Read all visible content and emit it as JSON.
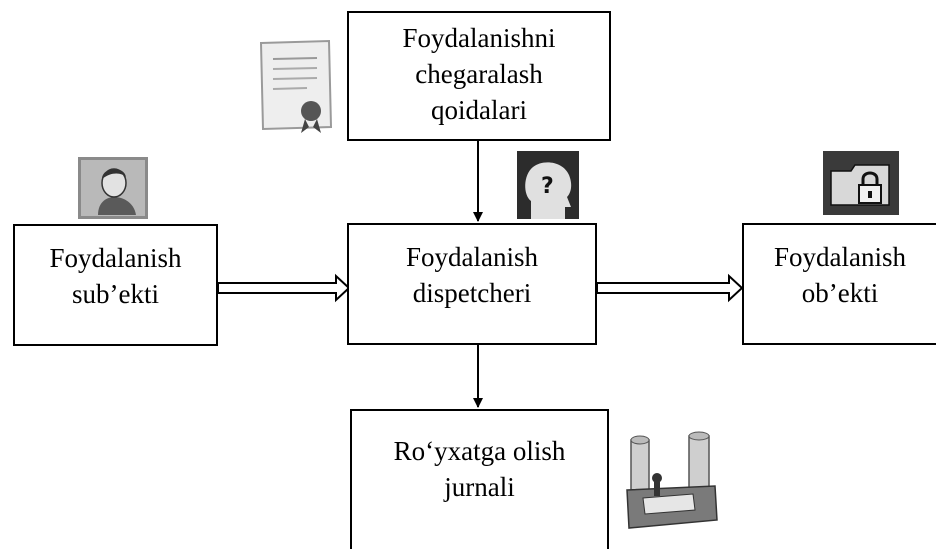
{
  "diagram": {
    "rules_box": {
      "lines": [
        "Foydalanishni",
        "chegaralash",
        "qoidalari"
      ]
    },
    "subject_box": {
      "lines": [
        "Foydalanish",
        "sub’ekti"
      ]
    },
    "dispatcher_box": {
      "lines": [
        "Foydalanish",
        "dispetcheri"
      ]
    },
    "object_box": {
      "lines": [
        "Foydalanish",
        "ob’ekti"
      ]
    },
    "log_box": {
      "lines": [
        "Ro‘yxatga olish",
        "jurnali"
      ]
    }
  },
  "icons": {
    "rules": "certificate-icon",
    "subject": "user-icon",
    "dispatcher": "question-head-icon",
    "object": "locked-folder-icon",
    "log": "archive-machine-icon"
  }
}
